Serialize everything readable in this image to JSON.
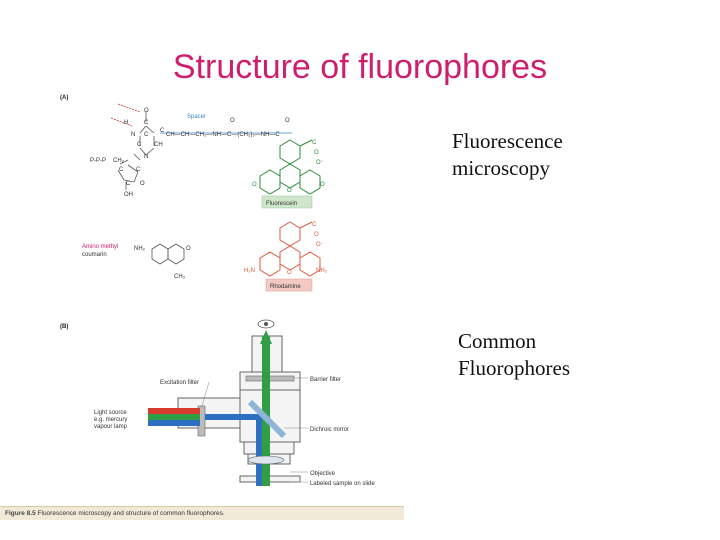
{
  "slide": {
    "title": "Structure of fluorophores",
    "caption_1_line_1": "Fluorescence",
    "caption_1_line_2": "microscopy",
    "caption_2_line_1": "Common",
    "caption_2_line_2": "Fluorophores"
  },
  "figure": {
    "panel_a": "(A)",
    "panel_b": "(B)",
    "spacer_label": "Spacer",
    "fluorescein_label": "Fluorescein",
    "rhodamine_label": "Rhodamine",
    "aminomethyl_label_line_1": "Amino methyl",
    "aminomethyl_label_line_2": "coumarin",
    "excitation_filter": "Excitation filter",
    "barrier_filter": "Barrier filter",
    "light_source_line_1": "Light source",
    "light_source_line_2": "e.g. mercury",
    "light_source_line_3": "vapour lamp",
    "dichroic_mirror": "Dichroic mirror",
    "objective": "Objective",
    "labeled_sample": "Labeled sample on slide",
    "caption_bold": "Figure 8.5",
    "caption_text": " Fluorescence microscopy and structure of common fluorophores.",
    "colors": {
      "title": "#d01e6e",
      "fluorescein_box": "#cfe6cc",
      "rhodamine_box": "#f3c9c3",
      "fluorescein_structure": "#2e8b3a",
      "rhodamine_structure": "#e05a3c",
      "spacer_chain": "#3a86c8"
    }
  }
}
